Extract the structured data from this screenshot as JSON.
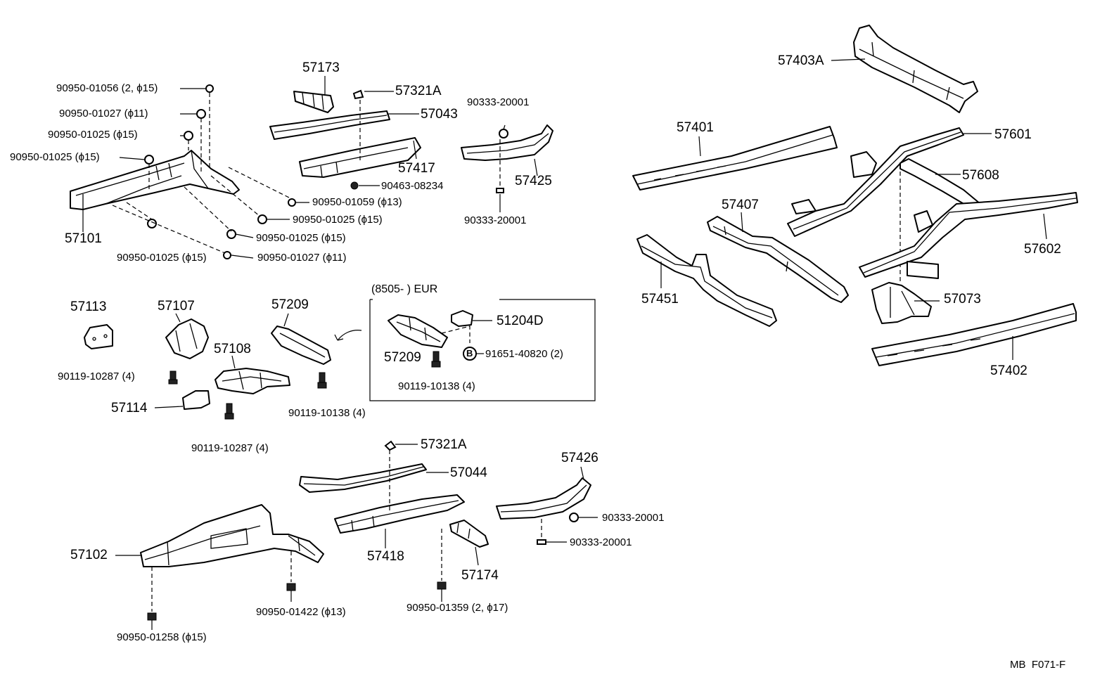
{
  "diagram_code": "MB  F071-F",
  "eur_box": {
    "heading": "(8505-        ) EUR",
    "parts": [
      {
        "id": "eur-57209",
        "text": "57209"
      },
      {
        "id": "eur-51204D",
        "text": "51204D"
      },
      {
        "id": "eur-91651",
        "text": "91651-40820 (2)"
      },
      {
        "id": "eur-90119",
        "text": "90119-10138 (4)"
      }
    ],
    "callout_letter": "B"
  },
  "labels": {
    "p57101": "57101",
    "p57102": "57102",
    "p57113": "57113",
    "p57107": "57107",
    "p57114": "57114",
    "p57108": "57108",
    "p57209": "57209",
    "p57173": "57173",
    "p57321A_top": "57321A",
    "p57043": "57043",
    "p57417": "57417",
    "p57425": "57425",
    "p57321A_bot": "57321A",
    "p57044": "57044",
    "p57418": "57418",
    "p57174": "57174",
    "p57426": "57426",
    "p57403A": "57403A",
    "p57401": "57401",
    "p57601": "57601",
    "p57608": "57608",
    "p57602": "57602",
    "p57407": "57407",
    "p57451": "57451",
    "p57073": "57073",
    "p57402": "57402",
    "f_01056": "90950-01056 (2, ϕ15)",
    "f_01027a": "90950-01027 (ϕ11)",
    "f_01025a": "90950-01025 (ϕ15)",
    "f_01025b": "90950-01025 (ϕ15)",
    "f_01059": "90950-01059 (ϕ13)",
    "f_01025c": "90950-01025 (ϕ15)",
    "f_01025d": "90950-01025 (ϕ15)",
    "f_01025e": "90950-01025 (ϕ15)",
    "f_01027b": "90950-01027 (ϕ11)",
    "f_20001a": "90333-20001",
    "f_20001b": "90333-20001",
    "f_08234": "90463-08234",
    "f_10287a": "90119-10287 (4)",
    "f_10287b": "90119-10287 (4)",
    "f_10138": "90119-10138 (4)",
    "f_20001c": "90333-20001",
    "f_20001d": "90333-20001",
    "f_01422": "90950-01422 (ϕ13)",
    "f_01359": "90950-01359 (2, ϕ17)",
    "f_01258": "90950-01258 (ϕ15)"
  }
}
